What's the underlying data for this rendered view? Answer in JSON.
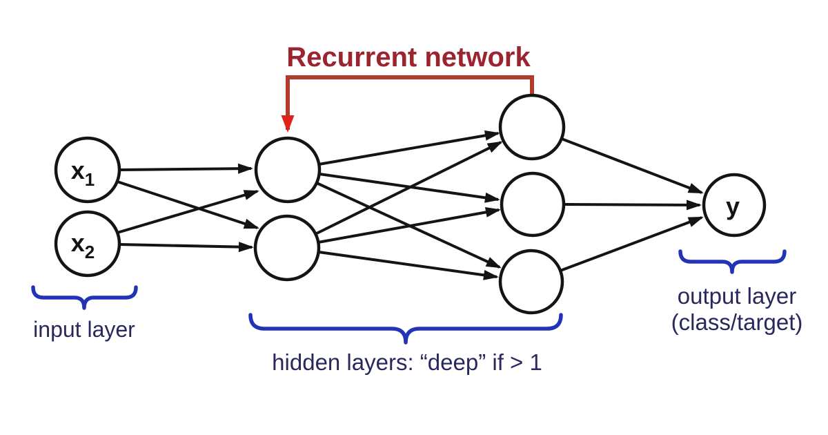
{
  "title": {
    "text": "Recurrent network"
  },
  "annotations": {
    "input_label": "input layer",
    "hidden_label": "hidden layers: “deep” if > 1",
    "output_label_line1": "output layer",
    "output_label_line2": "(class/target)"
  },
  "nodes": {
    "x1": {
      "base": "x",
      "sub": "1"
    },
    "x2": {
      "base": "x",
      "sub": "2"
    },
    "y": {
      "label": "y"
    }
  },
  "diagram": {
    "type": "neural-network",
    "layers": [
      {
        "name": "input layer",
        "node_count": 2,
        "node_labels": [
          "x1",
          "x2"
        ]
      },
      {
        "name": "hidden layer 1",
        "node_count": 2,
        "node_labels": [
          "",
          ""
        ]
      },
      {
        "name": "hidden layer 2",
        "node_count": 3,
        "node_labels": [
          "",
          "",
          ""
        ]
      },
      {
        "name": "output layer (class/target)",
        "node_count": 1,
        "node_labels": [
          "y"
        ]
      }
    ],
    "connections": "fully connected between adjacent layers, arrows left to right",
    "recurrent_connection": "from top node of hidden layer 2 back to top node of hidden layer 1"
  },
  "colors": {
    "edges_and_nodes": "#141414",
    "recurrent_line": "#b23b2c",
    "recurrent_arrowhead": "#e02218",
    "title_text": "#9c2430",
    "brace": "#2333b8",
    "label_text": "#28285e",
    "background": "#ffffff"
  }
}
